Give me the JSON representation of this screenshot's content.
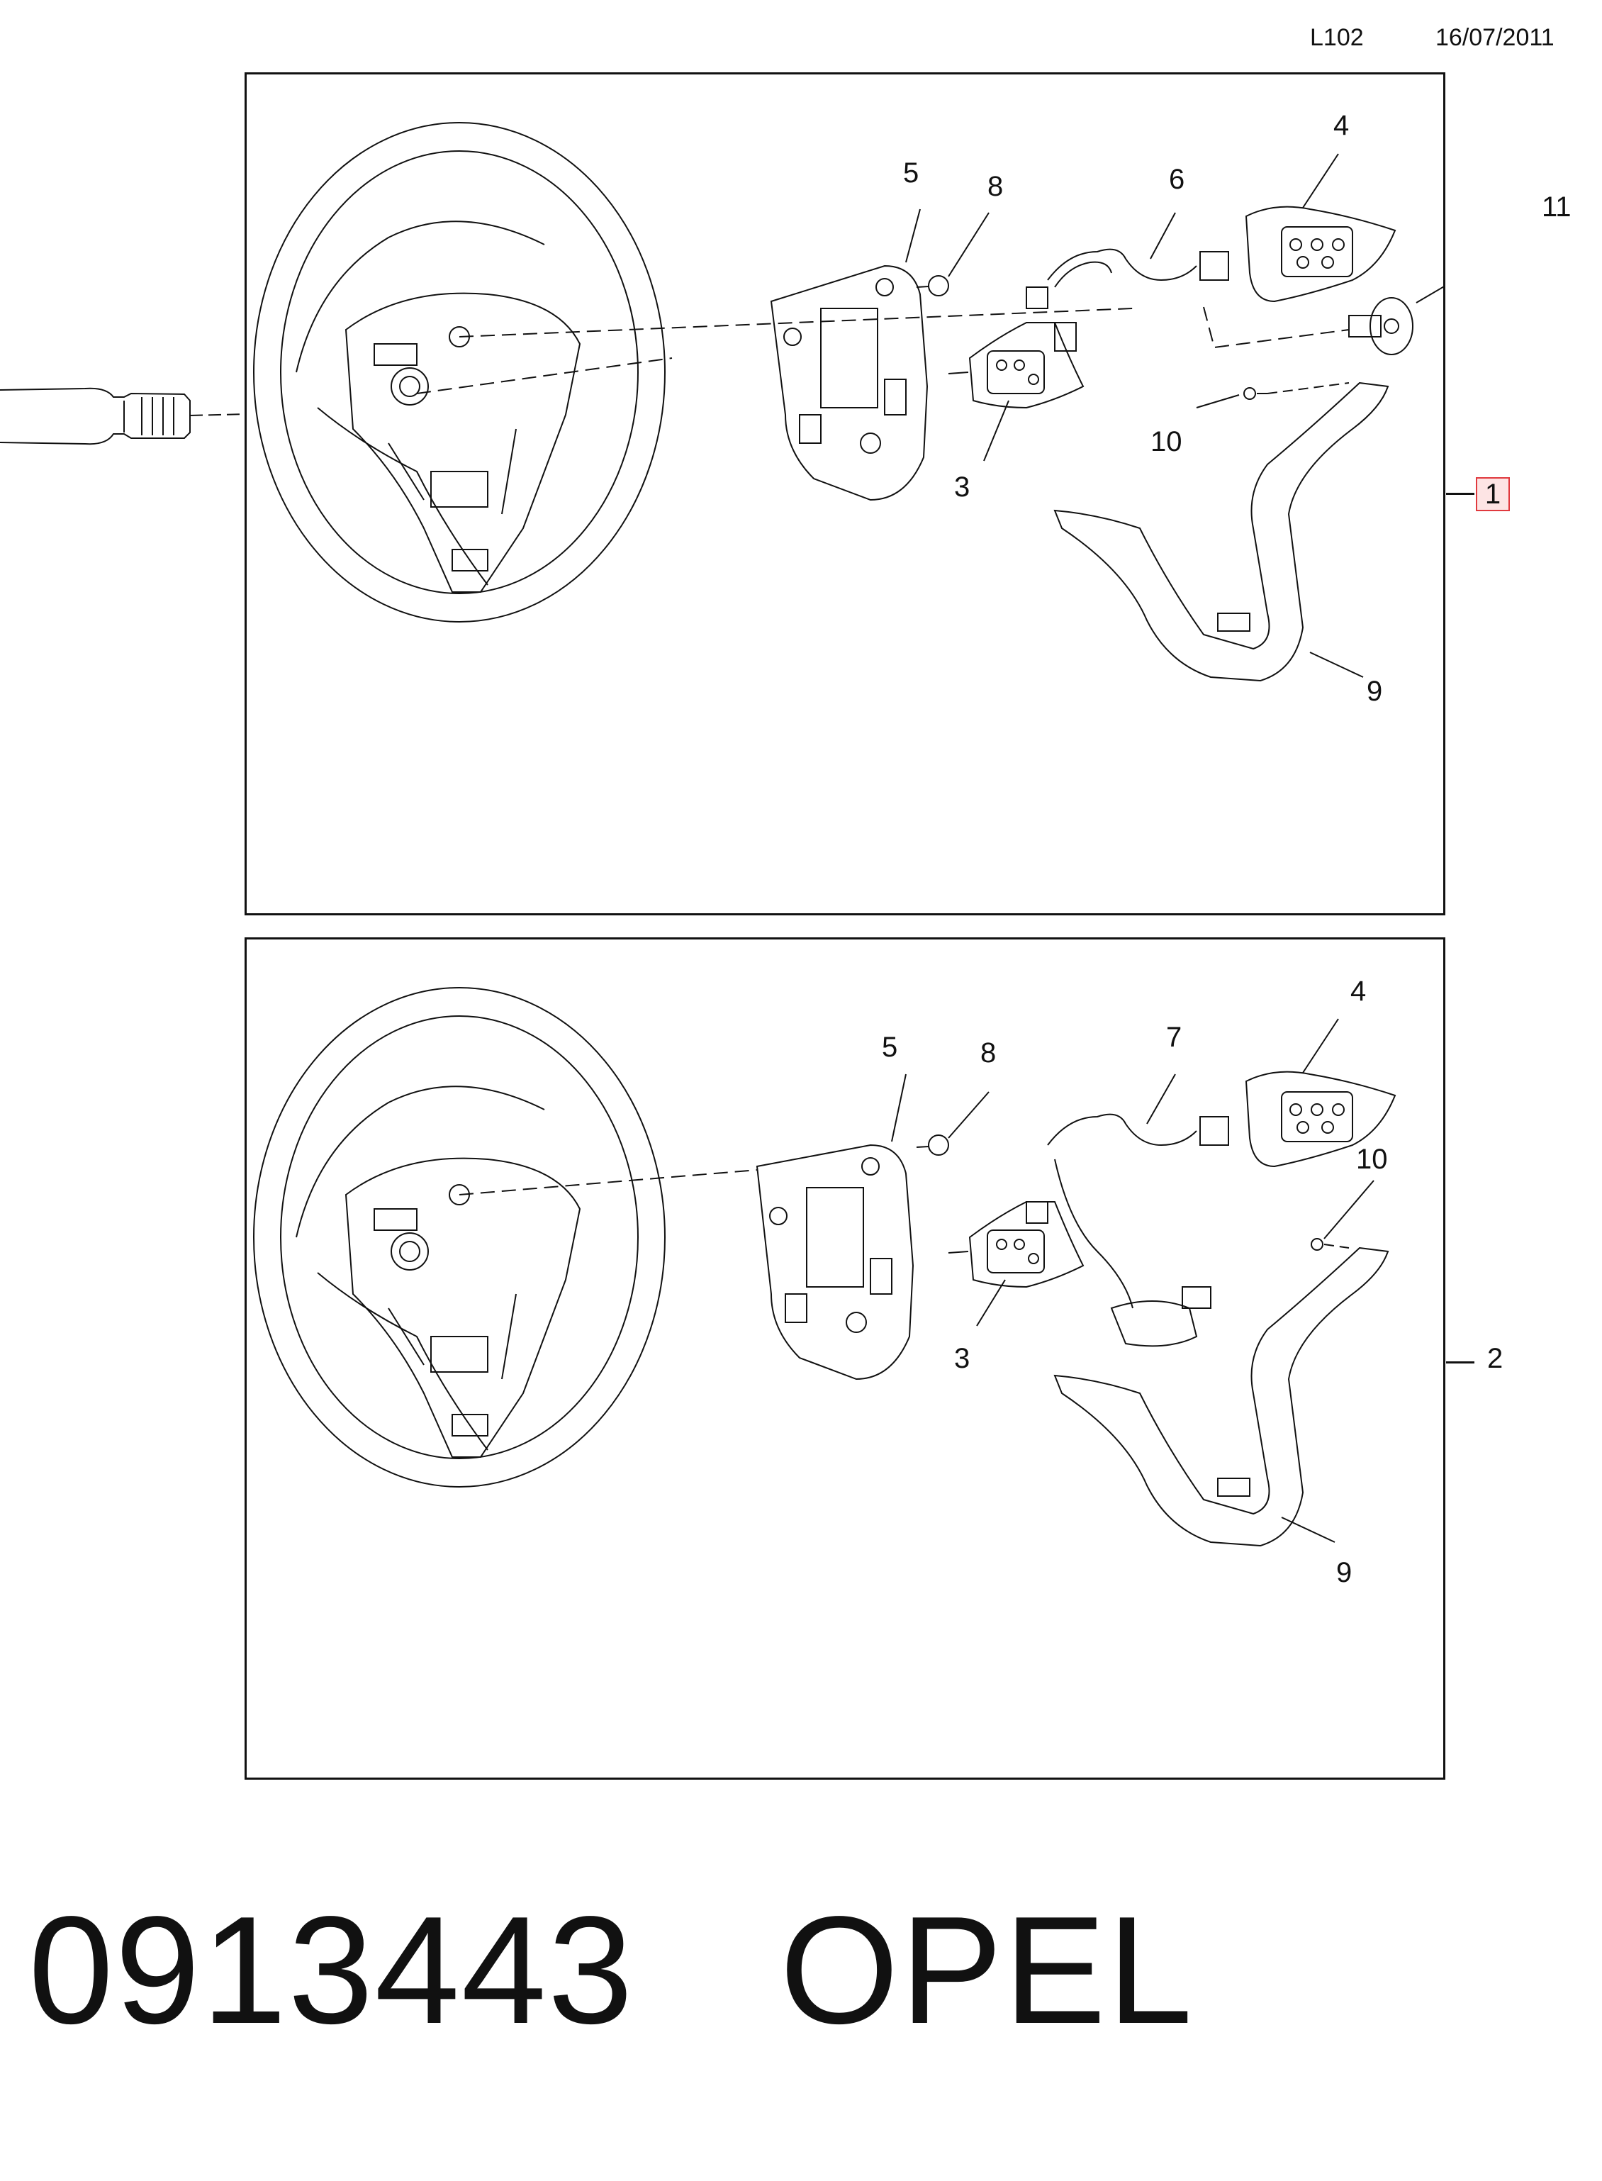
{
  "header": {
    "code": "L102",
    "date": "16/07/2011"
  },
  "panels": [
    {
      "assembly": "1",
      "callouts": [
        "4",
        "5",
        "8",
        "6",
        "11",
        "10",
        "3",
        "9"
      ]
    },
    {
      "assembly": "2",
      "callouts": [
        "4",
        "5",
        "8",
        "7",
        "10",
        "3",
        "9"
      ]
    }
  ],
  "footer": {
    "part_number": "0913443",
    "brand": "OPEL"
  },
  "colors": {
    "line": "#111111",
    "highlight_border": "#e0393e",
    "highlight_fill": "#fde4e4"
  }
}
